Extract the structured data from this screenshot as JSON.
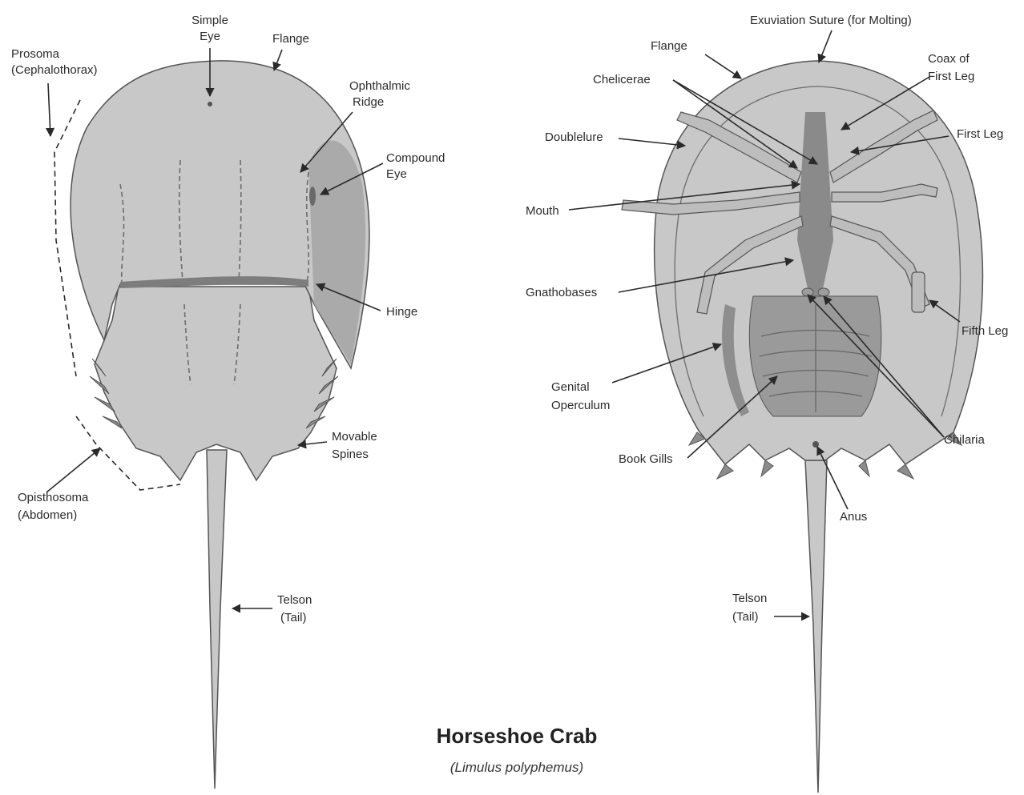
{
  "title": "Horseshoe Crab",
  "subtitle": "(Limulus polyphemus)",
  "dorsal_labels": {
    "prosoma_1": "Prosoma",
    "prosoma_2": "(Cephalothorax)",
    "simple_eye_1": "Simple",
    "simple_eye_2": "Eye",
    "flange": "Flange",
    "ophthalmic_1": "Ophthalmic",
    "ophthalmic_2": "Ridge",
    "compound_1": "Compound",
    "compound_2": "Eye",
    "hinge": "Hinge",
    "movable_1": "Movable",
    "movable_2": "Spines",
    "opisthosoma_1": "Opisthosoma",
    "opisthosoma_2": "(Abdomen)",
    "telson_1": "Telson",
    "telson_2": "(Tail)"
  },
  "ventral_labels": {
    "exuviation": "Exuviation Suture (for Molting)",
    "flange": "Flange",
    "coax_1": "Coax of",
    "coax_2": "First Leg",
    "chelicerae": "Chelicerae",
    "first_leg": "First Leg",
    "doublelure": "Doublelure",
    "mouth": "Mouth",
    "gnathobases": "Gnathobases",
    "fifth_leg": "Fifth Leg",
    "genital_1": "Genital",
    "genital_2": "Operculum",
    "chilaria": "Chilaria",
    "book_gills": "Book Gills",
    "anus": "Anus",
    "telson_1": "Telson",
    "telson_2": "(Tail)"
  }
}
